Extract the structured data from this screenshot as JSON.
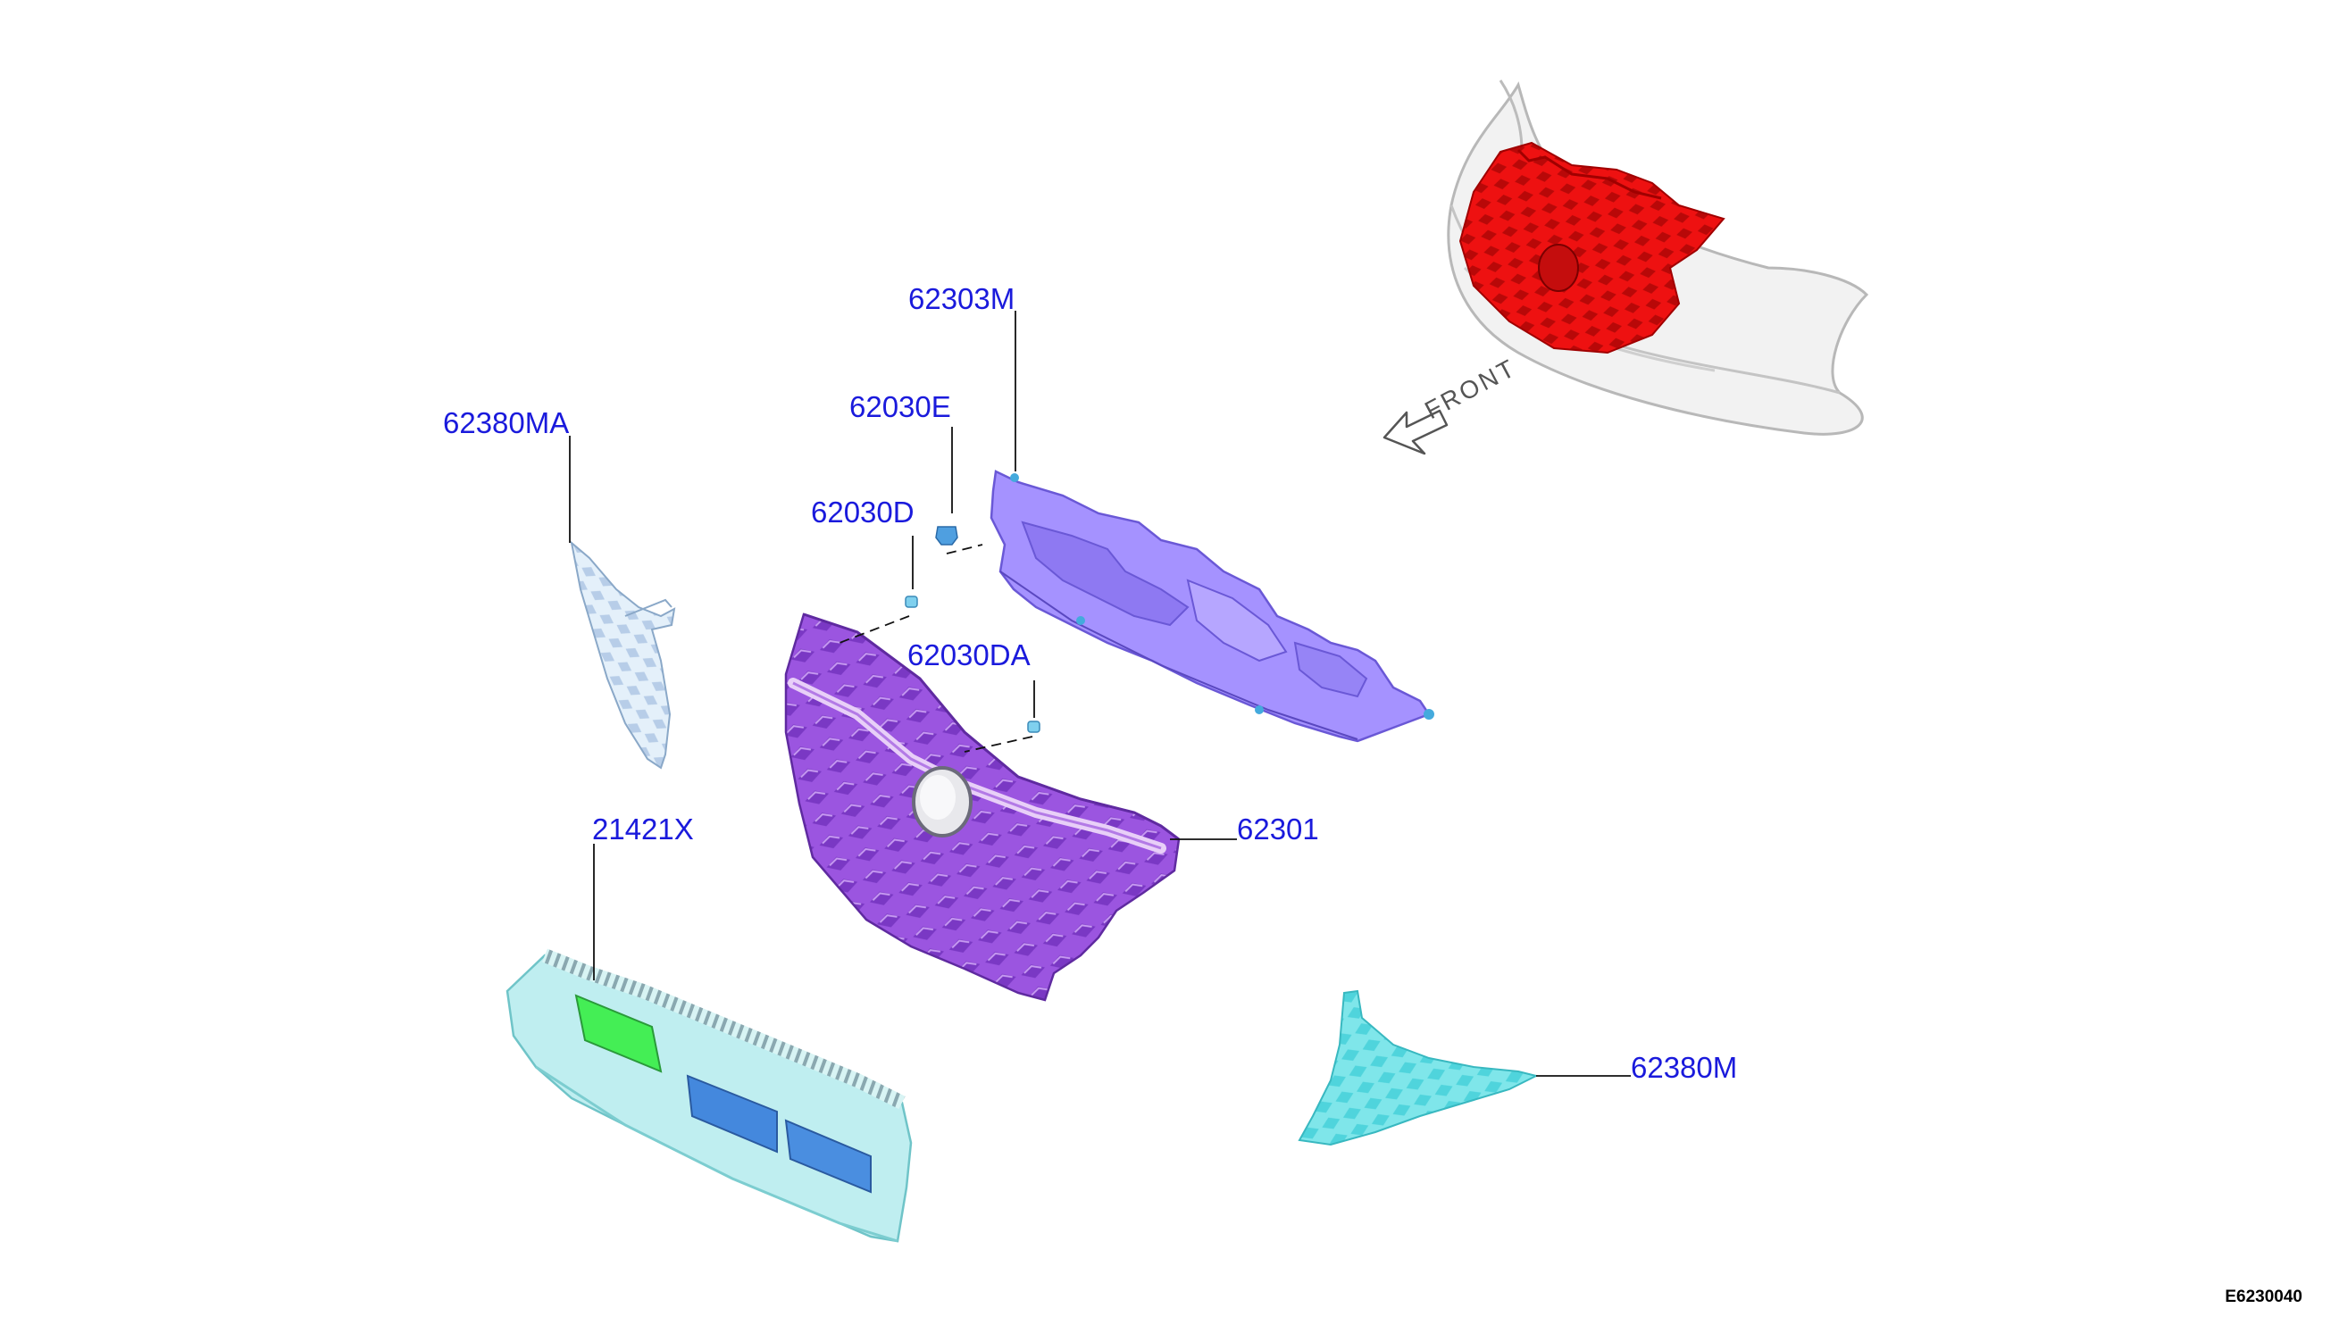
{
  "orientation_label": "FRONT",
  "diagram_code": "E6230040",
  "callouts": {
    "p62303M": "62303M",
    "p62030E": "62030E",
    "p62380MA": "62380MA",
    "p62030D": "62030D",
    "p62030DA": "62030DA",
    "p62301": "62301",
    "p21421X": "21421X",
    "p62380M": "62380M"
  },
  "colors": {
    "callout_text": "#1a1adc",
    "grille": "#9b55e0",
    "upper_cover": "#a592ff",
    "highlight_in_bumper": "#ee1111",
    "cyan_parts": "#7fe6ea",
    "radiator_green": "#44ee55",
    "radiator_blue": "#4488dd"
  }
}
